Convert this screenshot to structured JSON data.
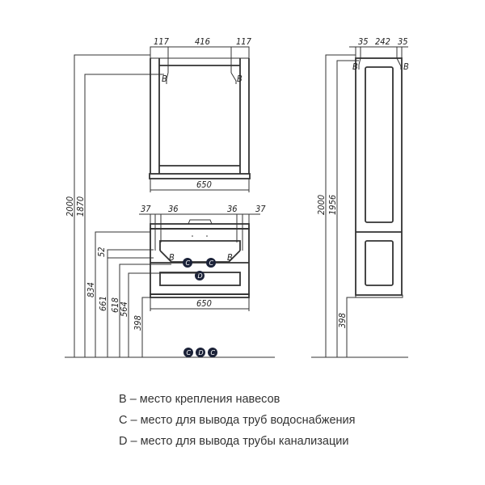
{
  "mirror": {
    "top_dims": [
      "117",
      "416",
      "117"
    ],
    "width": "650",
    "mount_label": "B"
  },
  "vanity": {
    "top_dims": [
      "37",
      "36",
      "36",
      "37"
    ],
    "width": "650",
    "mount_label": "B",
    "water_label": "C",
    "drain_label": "D"
  },
  "left_heights": {
    "h2000": "2000",
    "h1870": "1870",
    "h834": "834",
    "h52": "52",
    "h661": "661",
    "h618": "618",
    "h564": "564",
    "h398": "398"
  },
  "floor_markers": [
    "C",
    "D",
    "C"
  ],
  "column": {
    "top_dims": [
      "35",
      "242",
      "35"
    ],
    "h2000": "2000",
    "h1956": "1956",
    "h398": "398",
    "mount_label": "B"
  },
  "legend": [
    "B – место крепления навесов",
    "C – место для вывода труб водоснабжения",
    "D – место для вывода трубы канализации"
  ]
}
